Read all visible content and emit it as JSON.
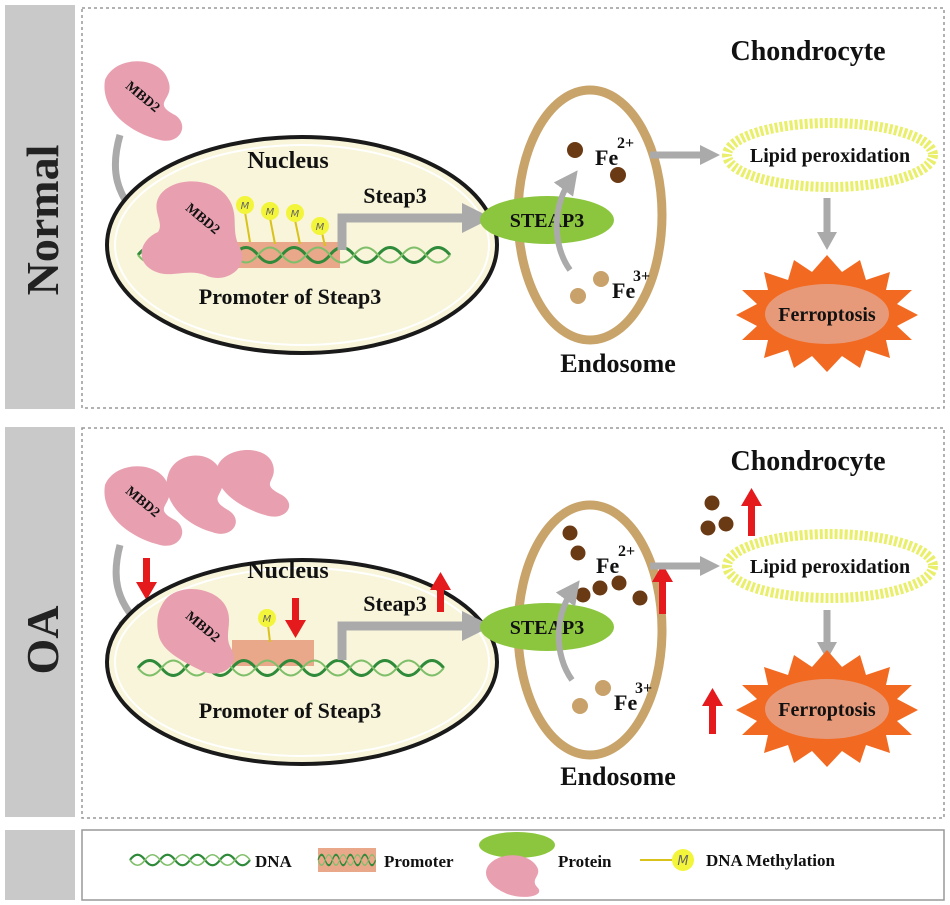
{
  "panels": {
    "normal": {
      "side_label": "Normal",
      "cell": "Chondrocyte",
      "nucleus": "Nucleus",
      "protein": "MBD2",
      "bound_protein": "MBD2",
      "promoter_label": "Promoter of Steap3",
      "gene": "Steap3",
      "receptor": "STEAP3",
      "fe2": "Fe",
      "fe2_charge": "2+",
      "fe3": "Fe",
      "fe3_charge": "3+",
      "endosome": "Endosome",
      "lipid": "Lipid peroxidation",
      "ferroptosis": "Ferroptosis",
      "methyl_mark": "M"
    },
    "oa": {
      "side_label": "OA",
      "cell": "Chondrocyte",
      "nucleus": "Nucleus",
      "protein": "MBD2",
      "bound_protein": "MBD2",
      "promoter_label": "Promoter of Steap3",
      "gene": "Steap3",
      "receptor": "STEAP3",
      "fe2": "Fe",
      "fe2_charge": "2+",
      "fe3": "Fe",
      "fe3_charge": "3+",
      "endosome": "Endosome",
      "lipid": "Lipid peroxidation",
      "ferroptosis": "Ferroptosis",
      "methyl_mark": "M"
    }
  },
  "legend": {
    "dna": "DNA",
    "promoter": "Promoter",
    "protein": "Protein",
    "methylation": "DNA Methylation",
    "methyl_mark": "M"
  },
  "colors": {
    "side_bar": "#c9c9c9",
    "protein_pink": "#e8a0b0",
    "steap_green": "#8cc63f",
    "promoter_orange": "#e9a88a",
    "dna_green": "#2f8a3a",
    "nucleus_fill": "#f8f5da",
    "endosome": "#c9a46a",
    "methyl_yellow": "#f3f53a",
    "lipid_yellow": "#f1f57a",
    "ferro_orange": "#f26a21",
    "ferro_inner": "#e79a7a",
    "arrow_gray": "#b0b0b0",
    "arrow_red": "#e41a1c",
    "fe2_color": "#6a3a14",
    "fe3_color": "#c8a26a"
  }
}
